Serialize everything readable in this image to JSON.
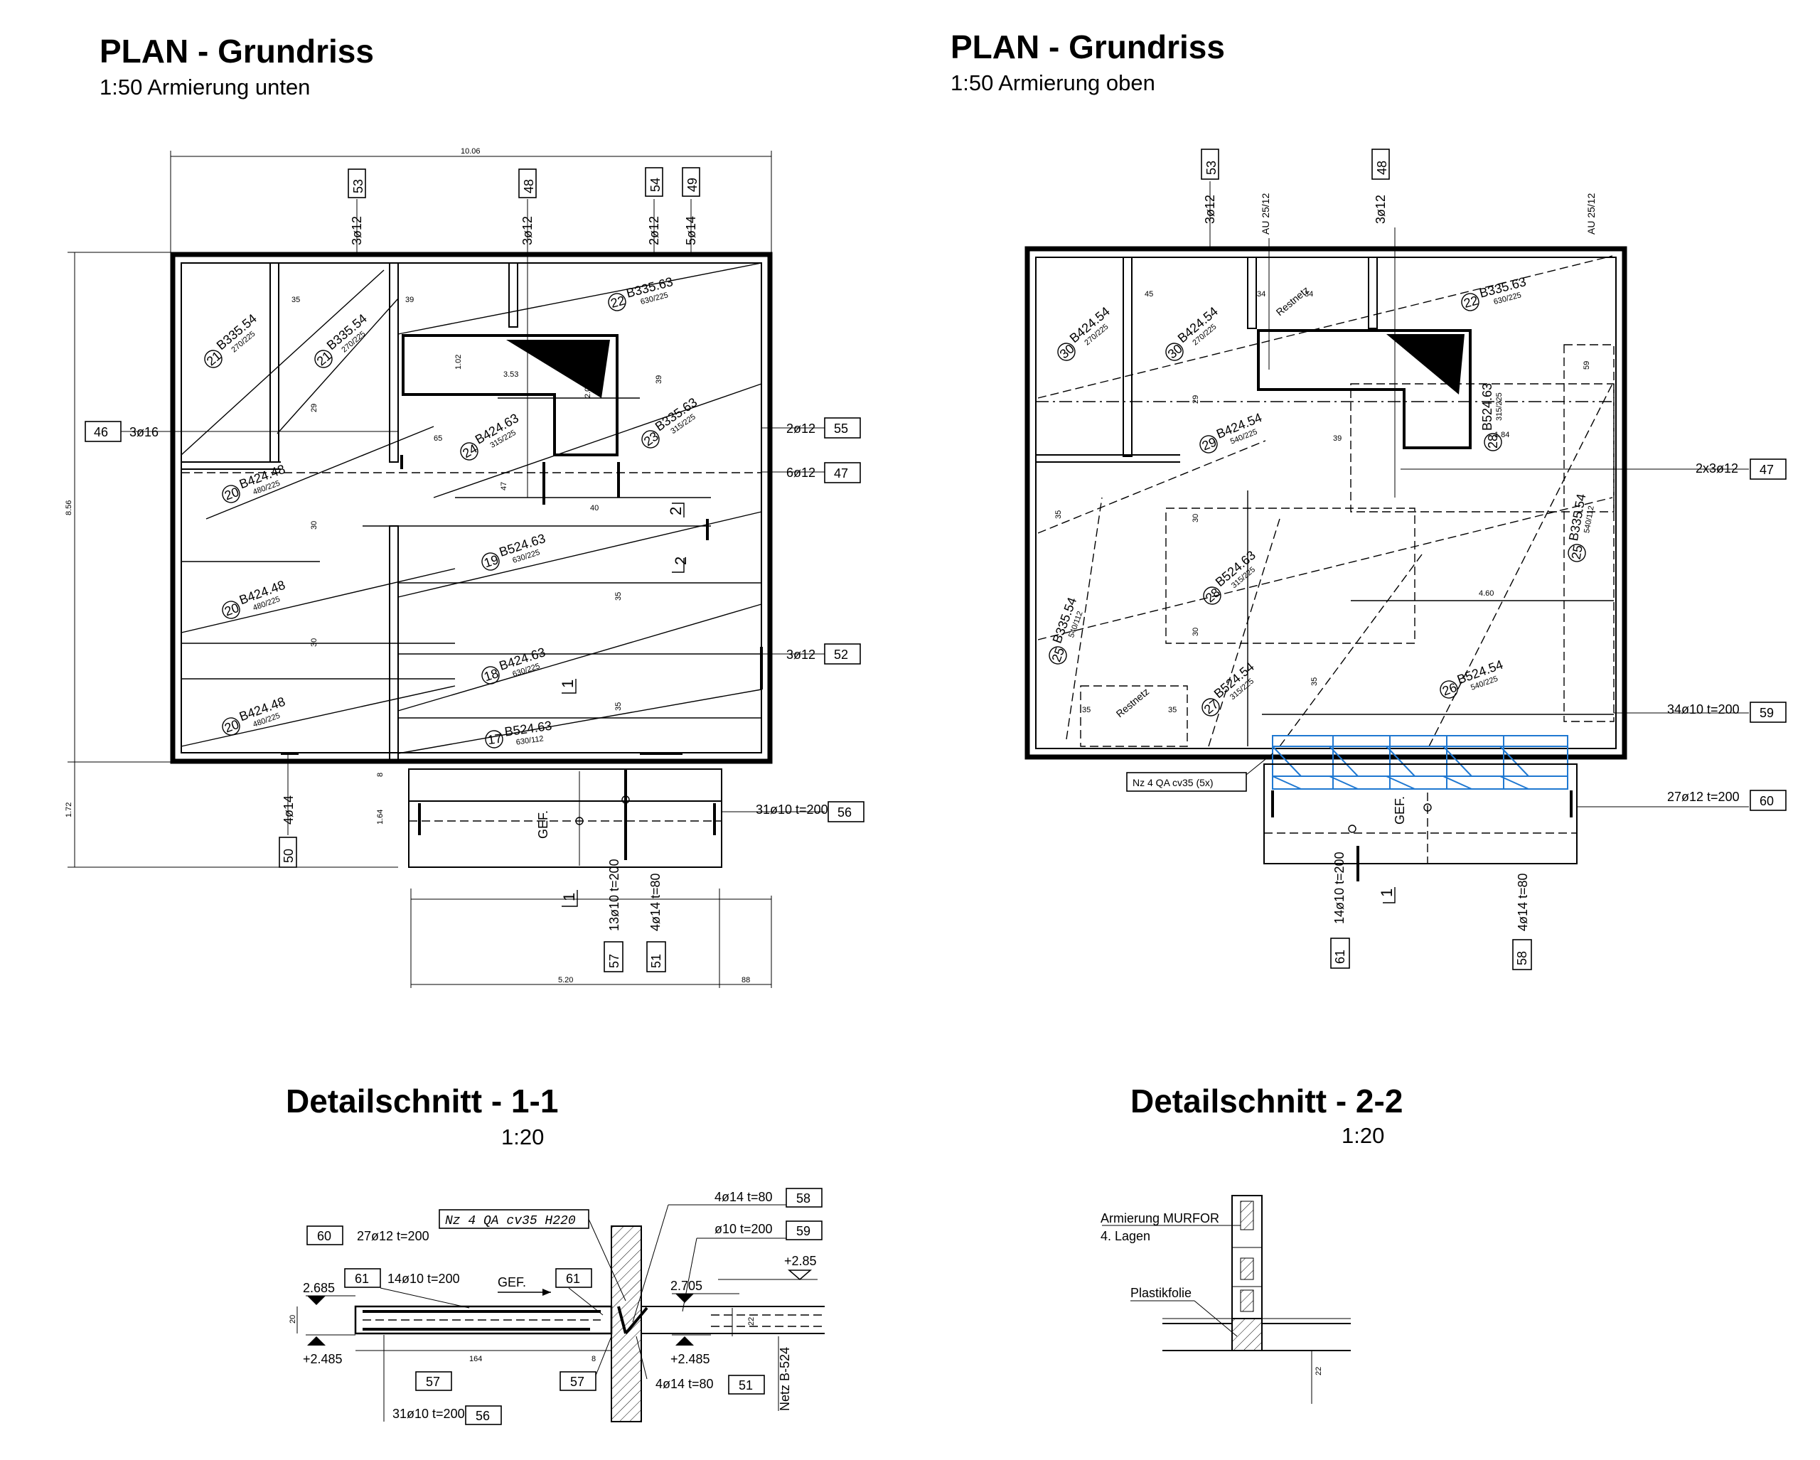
{
  "titles": {
    "plan_left": "PLAN - Grundriss",
    "plan_left_sub": "1:50 Armierung unten",
    "plan_right": "PLAN - Grundriss",
    "plan_right_sub": "1:50 Armierung oben",
    "detail_1": "Detailschnitt - 1-1",
    "detail_1_scale": "1:20",
    "detail_2": "Detailschnitt - 2-2",
    "detail_2_scale": "1:20"
  },
  "plan_left": {
    "dims": {
      "top": "10.06",
      "height": "8.56",
      "bottom_small": "1.72",
      "bottom_long": "5.20",
      "bottom_short": "88",
      "d_35": "35",
      "d_39": "39",
      "d_29": "29",
      "d_1_02": "1.02",
      "d_3_53": "3.53",
      "d_2_02": "2.02",
      "d_39b": "39",
      "d_65": "65",
      "d_47": "47",
      "d_40": "40",
      "d_30a": "30",
      "d_30b": "30",
      "d_35b": "35",
      "d_35c": "35",
      "d_8": "8",
      "d_1_64": "1.64"
    },
    "top_bars": [
      {
        "pos": "53",
        "bar": "3ø12"
      },
      {
        "pos": "48",
        "bar": "3ø12"
      },
      {
        "pos": "54",
        "bar": "2ø12"
      },
      {
        "pos": "49",
        "bar": "5ø14"
      }
    ],
    "left_bar": {
      "pos": "46",
      "bar": "3ø16"
    },
    "right_bars": [
      {
        "pos": "55",
        "bar": "2ø12"
      },
      {
        "pos": "47",
        "bar": "6ø12"
      },
      {
        "pos": "52",
        "bar": "3ø12"
      },
      {
        "pos": "56",
        "bar": "31ø10  t=200"
      }
    ],
    "bottom_bars": [
      {
        "pos": "50",
        "bar": "4ø14"
      },
      {
        "pos": "57",
        "bar": "13ø10  t=200"
      },
      {
        "pos": "51",
        "bar": "4ø14   t=80"
      }
    ],
    "mesh": [
      {
        "num": "21",
        "type": "B335.54",
        "sub": "270/225"
      },
      {
        "num": "21",
        "type": "B335.54",
        "sub": "270/225"
      },
      {
        "num": "22",
        "type": "B335.63",
        "sub": "630/225"
      },
      {
        "num": "24",
        "type": "B424.63",
        "sub": "315/225"
      },
      {
        "num": "23",
        "type": "B335.63",
        "sub": "315/225"
      },
      {
        "num": "20",
        "type": "B424.48",
        "sub": "480/225"
      },
      {
        "num": "19",
        "type": "B524.63",
        "sub": "630/225"
      },
      {
        "num": "20",
        "type": "B424.48",
        "sub": "480/225"
      },
      {
        "num": "18",
        "type": "B424.63",
        "sub": "630/225"
      },
      {
        "num": "20",
        "type": "B424.48",
        "sub": "480/225"
      },
      {
        "num": "17",
        "type": "B524.63",
        "sub": "630/112"
      }
    ],
    "gef": "GEF.",
    "section_marks": [
      "2",
      "2",
      "1",
      "1"
    ]
  },
  "plan_right": {
    "dims": {
      "d_45": "45",
      "d_34a": "34",
      "d_34b": "34",
      "d_29": "29",
      "d_39": "39",
      "d_59": "59",
      "d_1_84": "1.84",
      "d_35a": "35",
      "d_30a": "30",
      "d_4_60": "4.60",
      "d_30b": "30",
      "d_35b": "35",
      "d_35c": "35",
      "d_35d": "35"
    },
    "top_bars": [
      {
        "pos": "53",
        "bar": "3ø12"
      },
      {
        "pos": "",
        "bar": "AU 25/12"
      },
      {
        "pos": "48",
        "bar": "3ø12"
      },
      {
        "pos": "",
        "bar": "AU 25/12"
      }
    ],
    "right_bars": [
      {
        "pos": "47",
        "bar": "2x3ø12"
      },
      {
        "pos": "59",
        "bar": "34ø10  t=200"
      },
      {
        "pos": "60",
        "bar": "27ø12  t=200"
      }
    ],
    "bottom_bars": [
      {
        "pos": "61",
        "bar": "14ø10  t=200"
      },
      {
        "pos": "58",
        "bar": "4ø14   t=80"
      }
    ],
    "mesh": [
      {
        "num": "30",
        "type": "B424.54",
        "sub": "270/225"
      },
      {
        "num": "30",
        "type": "B424.54",
        "sub": "270/225"
      },
      {
        "num": "22",
        "type": "B335.63",
        "sub": "630/225"
      },
      {
        "num": "29",
        "type": "B424.54",
        "sub": "540/225"
      },
      {
        "num": "28",
        "type": "B524.63",
        "sub": "315/225"
      },
      {
        "num": "28",
        "type": "B524.63",
        "sub": "315/225"
      },
      {
        "num": "25",
        "type": "B335.54",
        "sub": "540/112"
      },
      {
        "num": "25",
        "type": "B335.54",
        "sub": "540/112"
      },
      {
        "num": "27",
        "type": "B524.54",
        "sub": "315/225"
      },
      {
        "num": "26",
        "type": "B524.54",
        "sub": "540/225"
      }
    ],
    "restnetz": "Restnetz",
    "murfor": "Nz 4 QA cv35 (5x)",
    "gef": "GEF.",
    "section_mark": "1"
  },
  "detail_1": {
    "nz": "Nz 4 QA cv35 H220",
    "bars": [
      {
        "pos": "58",
        "bar": "4ø14  t=80"
      },
      {
        "pos": "59",
        "bar": "ø10  t=200"
      },
      {
        "pos": "60",
        "bar": "27ø12  t=200"
      },
      {
        "pos": "61",
        "bar": "14ø10  t=200"
      },
      {
        "pos": "61",
        "bar": ""
      },
      {
        "pos": "57",
        "bar": ""
      },
      {
        "pos": "57",
        "bar": ""
      },
      {
        "pos": "51",
        "bar": "4ø14  t=80"
      },
      {
        "pos": "56",
        "bar": "31ø10  t=200"
      }
    ],
    "levels": [
      "2.685",
      "+2.485",
      "2.705",
      "+2.485",
      "+2.85"
    ],
    "dims": [
      "20",
      "164",
      "8",
      "22"
    ],
    "gef": "GEF.",
    "netz": "Netz B-524"
  },
  "detail_2": {
    "labels": [
      "Armierung MURFOR",
      "4. Lagen",
      "Plastikfolie"
    ],
    "dim": "22"
  }
}
